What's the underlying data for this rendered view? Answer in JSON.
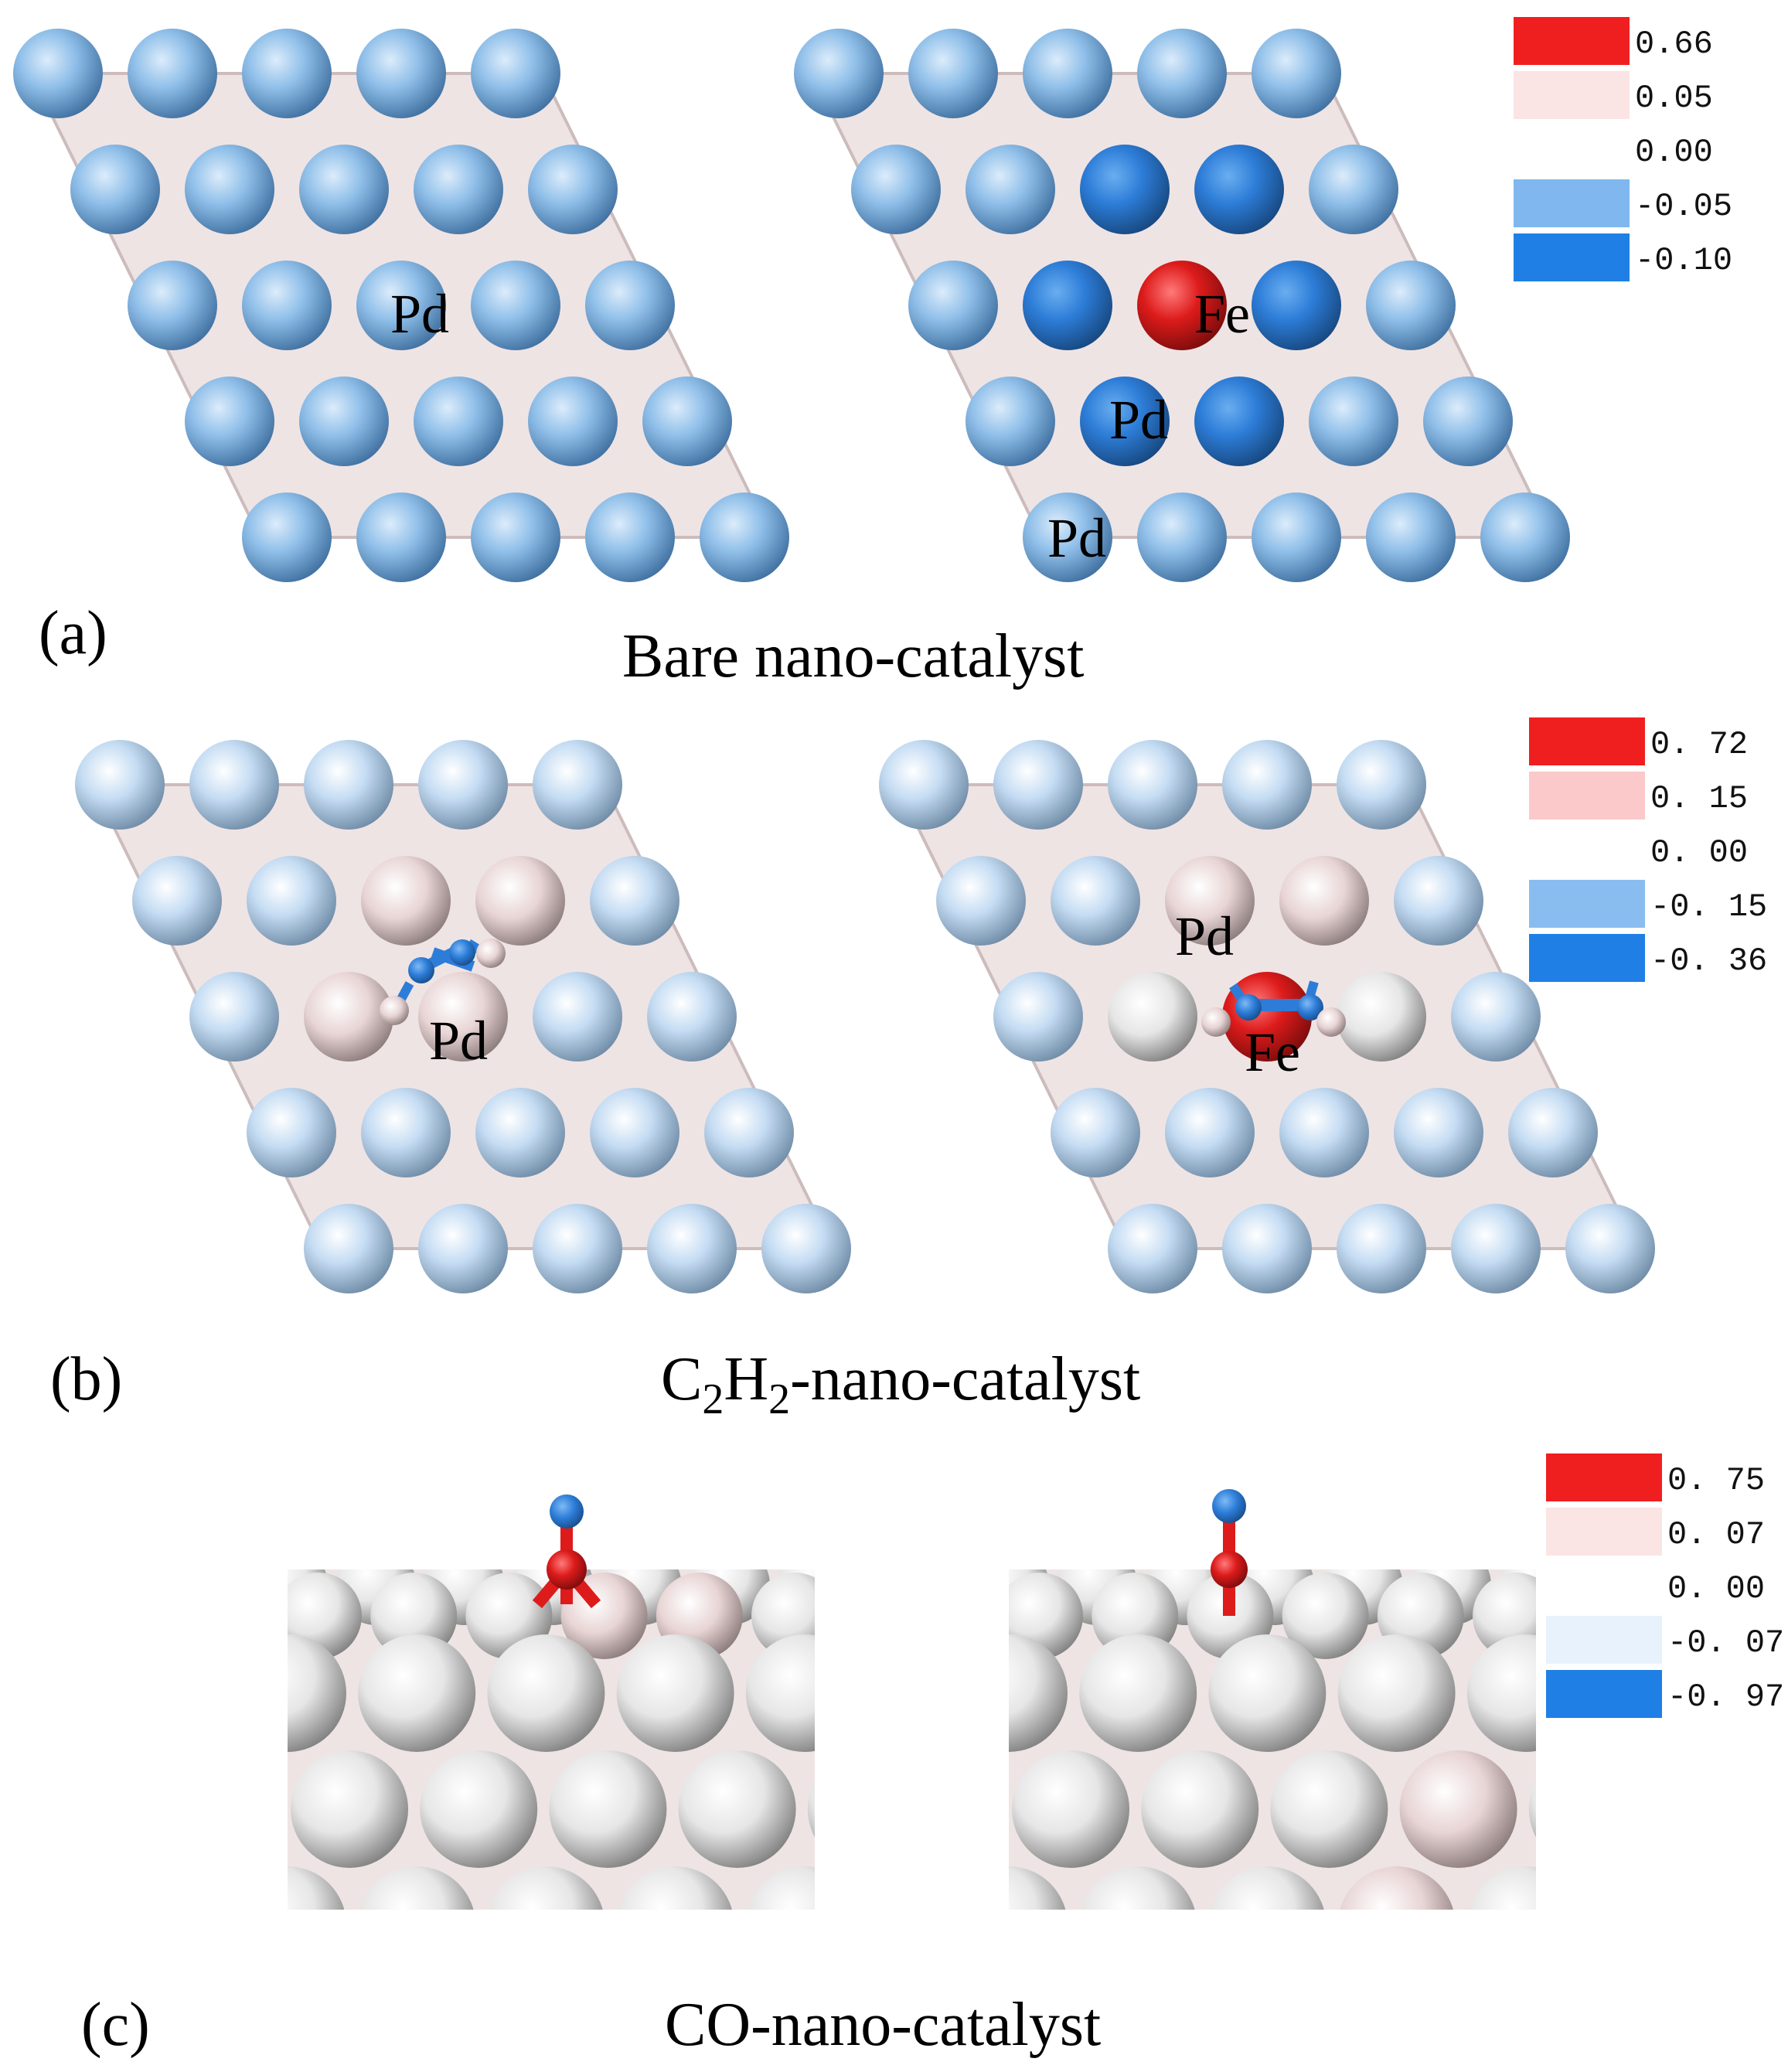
{
  "panels": [
    {
      "letter": "(a)",
      "caption_text": "Bare nano-catalyst"
    },
    {
      "letter": "(b)",
      "caption_main": "C",
      "sub1": "2",
      "mid": "H",
      "sub2": "2",
      "tail": "-nano-catalyst"
    },
    {
      "letter": "(c)",
      "caption_text": "CO-nano-catalyst"
    }
  ],
  "atom_labels": {
    "a_left_pd": "Pd",
    "a_right_fe": "Fe",
    "a_right_pd1": "Pd",
    "a_right_pd2": "Pd",
    "b_left_pd": "Pd",
    "b_right_pd": "Pd",
    "b_right_fe": "Fe"
  },
  "legends": [
    {
      "entries": [
        {
          "value": "0.66",
          "color": "#f01f1f"
        },
        {
          "value": "0.05",
          "color": "#fbe4e4"
        },
        {
          "value": "0.00",
          "color": "#ffffff"
        },
        {
          "value": "-0.05",
          "color": "#7fb7ee"
        },
        {
          "value": "-0.10",
          "color": "#1f7fe4"
        }
      ]
    },
    {
      "entries": [
        {
          "value": "0. 72",
          "color": "#f01f1f"
        },
        {
          "value": "0. 15",
          "color": "#fbc9c9"
        },
        {
          "value": "0. 00",
          "color": "#ffffff"
        },
        {
          "value": "-0. 15",
          "color": "#89bdf0"
        },
        {
          "value": "-0. 36",
          "color": "#1f7fe4"
        }
      ]
    },
    {
      "entries": [
        {
          "value": "0. 75",
          "color": "#f01f1f"
        },
        {
          "value": "0. 07",
          "color": "#fbe4e4"
        },
        {
          "value": "0. 00",
          "color": "#ffffff"
        },
        {
          "value": "-0. 07",
          "color": "#e8f2fc"
        },
        {
          "value": "-0. 97",
          "color": "#1f7fe4"
        }
      ]
    }
  ],
  "colors": {
    "atom_blue": "#8fbfe9",
    "atom_dark_blue": "#2d7dd8",
    "atom_light_blue": "#c4dcf3",
    "atom_pale_pink": "#e8d4d4",
    "atom_white": "#e6e6e6",
    "fe_red": "#dd1b1b",
    "molecule_blue": "#2d7dd8",
    "sublayer": "#efe4e4"
  }
}
